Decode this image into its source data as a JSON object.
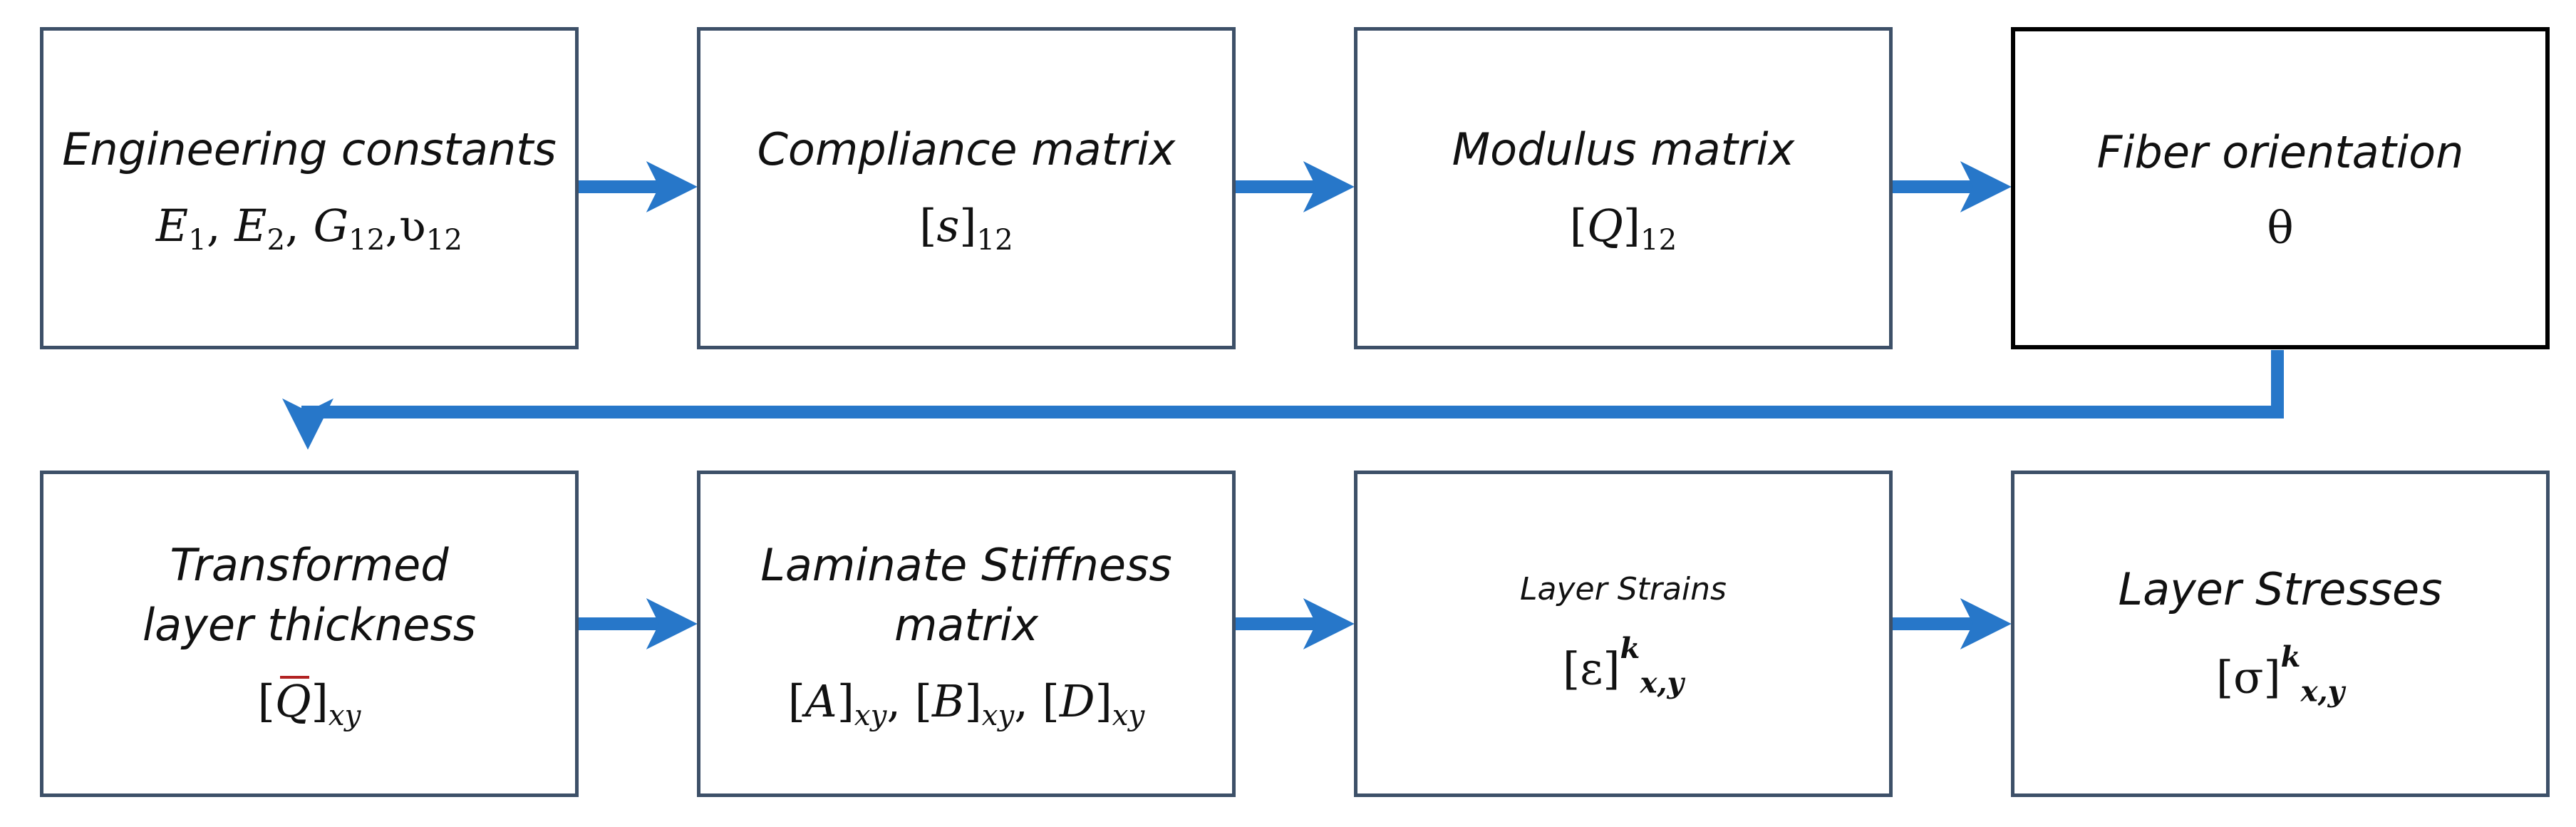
{
  "colors": {
    "arrow": "#2777c9",
    "box_border": "#3d5068",
    "highlight_border": "#000000"
  },
  "boxes": {
    "engineering": {
      "title": "Engineering constants",
      "math": "E₁, E₂, G₁₂,ʋ₁₂"
    },
    "compliance": {
      "title": "Compliance matrix",
      "math": "[s]₁₂"
    },
    "modulus": {
      "title": "Modulus matrix",
      "math": "[Q]₁₂"
    },
    "fiber": {
      "title": "Fiber orientation",
      "math": "θ"
    },
    "transformed": {
      "title": "Transformed layer thickness",
      "math": "[Q̄]xy"
    },
    "laminate": {
      "title": "Laminate Stiffness matrix",
      "math": "[A]xy, [B]xy, [D]xy"
    },
    "strains": {
      "title": "Layer Strains",
      "math": "[ε]ᵏ x,y"
    },
    "stresses": {
      "title": "Layer Stresses",
      "math": "[σ]ᵏ x,y"
    }
  }
}
